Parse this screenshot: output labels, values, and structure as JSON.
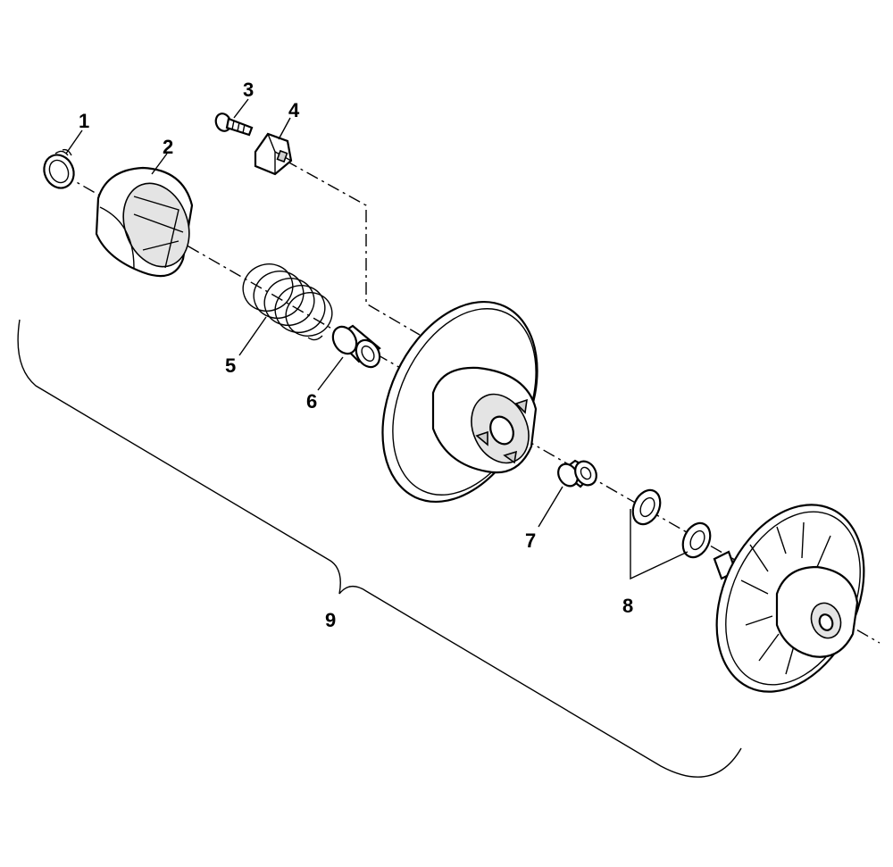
{
  "diagram": {
    "callouts": [
      {
        "id": "1",
        "label": "1",
        "part": "retaining ring"
      },
      {
        "id": "2",
        "label": "2",
        "part": "cam"
      },
      {
        "id": "3",
        "label": "3",
        "part": "screw"
      },
      {
        "id": "4",
        "label": "4",
        "part": "slider shoe"
      },
      {
        "id": "5",
        "label": "5",
        "part": "spring"
      },
      {
        "id": "6",
        "label": "6",
        "part": "bushing"
      },
      {
        "id": "7",
        "label": "7",
        "part": "bushing"
      },
      {
        "id": "8",
        "label": "8",
        "part": "washers"
      },
      {
        "id": "9",
        "label": "9",
        "part": "driven pulley assembly"
      }
    ]
  }
}
